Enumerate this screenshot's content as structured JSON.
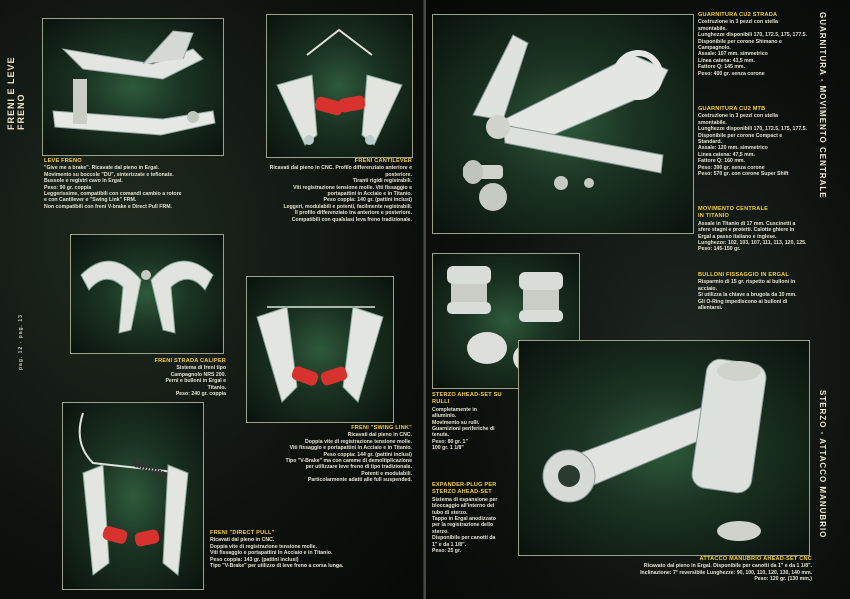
{
  "left_page": {
    "vertical_title": "FRENI E LEVE FRENO",
    "page_label": "pag. 12 - pag. 13",
    "leve_freno": {
      "heading": "LEVE FRENO",
      "lines": [
        "\"Give me a brake\". Ricavate dal pieno in Ergal.",
        "Movimento su boccole \"DU\", sinterizzate e teflonate.",
        "Bussole e registri cavo in Ergal.",
        "Peso: 90 gr. coppia",
        "Leggerissime, compatibili con comandi cambio a rotore",
        "e con Cantilever e \"Swing Link\" FRM.",
        "Non compatibili con freni V-brake e Direct Pull FRM."
      ]
    },
    "freni_cantilever": {
      "heading": "FRENI CANTILEVER",
      "lines": [
        "Ricavati dal pieno in CNC. Profilo differenziato anteriore e",
        "posteriore.",
        "Tiranti rigidi registrabili.",
        "Viti registrazione tensione molle. Viti fissaggio e",
        "portapattini in Acciaio e in Titanio.",
        "Peso coppia: 140 gr. (pattini inclusi)",
        "Leggeri, modulabili e potenti, facilmente registrabili.",
        "Il profilo differenziato tra anteriore e posteriore.",
        "Compatibili con qualsiasi leva freno tradizionale."
      ]
    },
    "freni_strada": {
      "heading": "FRENI STRADA CALIPER",
      "lines": [
        "Sistema di freni tipo Campagnolo NRS 200.",
        "Perni e bulloni in Ergal e Titanio.",
        "Peso: 240 gr. coppia"
      ]
    },
    "freni_swing": {
      "heading": "FRENI \"SWING LINK\"",
      "lines": [
        "Ricavati dal pieno in CNC.",
        "Doppia vite di registrazione tensione molle.",
        "Viti fissaggio e portapattini in Acciaio e in Titanio.",
        "Peso coppia: 144 gr. (pattini inclusi)",
        "Tipo \"V-Brake\" ma con camme di demoltiplicazione",
        "per utilizzare leve freno di tipo tradizionale.",
        "Potenti e modulabili.",
        "Particolarmente adatti alle full suspended."
      ]
    },
    "freni_direct": {
      "heading": "FRENI \"DIRECT PULL\"",
      "lines": [
        "Ricavati dal pieno in CNC.",
        "Doppia vite di registrazione tensione molle.",
        "Viti fissaggio e portapattini in Acciaio e in Titanio.",
        "Peso coppia: 143 gr. (pattini inclusi)",
        "Tipo \"V-Brake\" per utilizzo di leve freno a corsa lunga."
      ]
    }
  },
  "right_page": {
    "vertical_title_top": "GUARNITURA - MOVIMENTO CENTRALE",
    "vertical_title_bottom": "STERZO - ATTACCO MANUBRIO",
    "guarnitura_strada": {
      "heading": "GUARNITURA CU2 STRADA",
      "lines": [
        "Costruzione in 3 pezzi con stella",
        "smontabile.",
        "Lunghezze disponibili 170, 172.5, 175, 177.5.",
        "Disponibile per corone Shimano e",
        "Campagnolo.",
        "Assale: 107 mm. simmetrico",
        "Linea catena: 43,5 mm.",
        "Fattore Q: 145 mm.",
        "Peso: 400 gr. senza corone"
      ]
    },
    "guarnitura_mtb": {
      "heading": "GUARNITURA CU2 MTB",
      "lines": [
        "Costruzione in 3 pezzi con stella",
        "smontabile.",
        "Lunghezze disponibili 170, 172.5, 175, 177.5.",
        "Disponibile per corone Compact e",
        "Standard.",
        "Assale: 120 mm. simmetrico",
        "Linea catena: 47,5 mm.",
        "Fattore Q: 160 mm.",
        "Peso: 390 gr. senza corone",
        "Peso: 570 gr. con corone Super Shift"
      ]
    },
    "movimento": {
      "heading": "MOVIMENTO CENTRALE",
      "heading2": "IN TITANIO",
      "lines": [
        "Assale in Titanio di 17 mm. Cuscinetti a",
        "sfere stagni e protetti. Calotte ghiere in",
        "Ergal a passo italiano e inglese.",
        "Lunghezze: 102, 103, 107, 111, 113, 120, 125.",
        "Peso: 145-150 gr."
      ]
    },
    "bulloni": {
      "heading": "BULLONI FISSAGGIO IN ERGAL",
      "lines": [
        "Risparmio di 15 gr. rispetto ai bulloni in",
        "acciaio.",
        "Si utilizza la chiave a brugola da 10 mm.",
        "Gli O-Ring impediscono ai bulloni di",
        "allentarsi."
      ]
    },
    "sterzo": {
      "heading": "STERZO AHEAD-SET SU",
      "heading2": "RULLI",
      "lines": [
        "Completamente in",
        "alluminio.",
        "Movimento su rulli.",
        "Guarnizioni periferiche di",
        "tenuta.",
        "Peso:   80 gr. 1\"",
        "           100 gr. 1 1/8\""
      ]
    },
    "expander": {
      "heading": "EXPANDER-PLUG PER",
      "heading2": "STERZO AHEAD-SET",
      "lines": [
        "Sistema di espansione per",
        "bloccaggio all'interno del",
        "tubo di sterzo.",
        "Tappo in Ergal anodizzato",
        "per la registrazione dello",
        "sterzo.",
        "Disponibile per canotti da",
        "1\" e da 1 1/8\".",
        "Peso: 25 gr."
      ]
    },
    "attacco": {
      "heading": "ATTACCO MANUBRIO AHEAD-SET CNC",
      "lines": [
        "Ricavato dal pieno in Ergal.  Disponibile per canotti da 1\" e da 1 1/8\".",
        "Inclinazione: 7° reversibile  Lunghezze: 90, 100, 110, 120, 130, 140 mm.",
        "Peso: 120 gr. (130 mm.)"
      ]
    }
  },
  "colors": {
    "accent": "#f5d142",
    "text": "#e6e2cf",
    "pad_red": "#d8322e",
    "metal": "#d8dcd6"
  }
}
